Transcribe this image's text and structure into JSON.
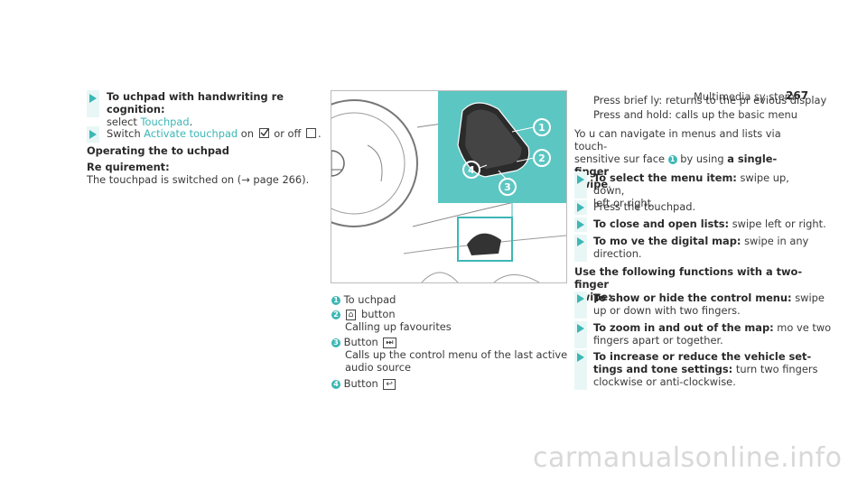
{
  "header": {
    "section": "Multimedia sy stem",
    "page": "267"
  },
  "col1": {
    "step1": {
      "bold": "To uchpad with handwriting re cognition:",
      "pre": "select ",
      "link": "Touchpad",
      "post": "."
    },
    "step2": {
      "pre": "Switch ",
      "link": "Activate touchpad",
      "mid1": " on ",
      "mid2": " or off ",
      "post": "."
    },
    "heading": "Operating the to uchpad",
    "req_label": "Re quirement:",
    "req_text_1": "The touchpad is switched on (",
    "req_arrow": "→",
    "req_text_2": " page 266)."
  },
  "figure": {
    "callouts": [
      "1",
      "2",
      "3",
      "4"
    ],
    "legend": [
      {
        "n": "1",
        "lines": [
          "To uchpad"
        ]
      },
      {
        "n": "2",
        "key": "⌂",
        "lines": [
          " button",
          "Calling up favourites"
        ]
      },
      {
        "n": "3",
        "key": "⏭",
        "pre": "Button ",
        "lines": [
          "",
          "Calls up the control menu of the last active",
          "audio source"
        ]
      },
      {
        "n": "4",
        "key": "↩",
        "pre": "Button ",
        "lines": [
          ""
        ]
      }
    ]
  },
  "col3": {
    "press_briefly": "Press brief ly: returns to the pr evious display",
    "press_hold": "Press and hold: calls up the basic menu",
    "intro_1": "Yo u can navigate in menus and lists via touch-",
    "intro_2a": "sensitive sur face ",
    "intro_2b": " by using ",
    "intro_2c": "a single-finger",
    "intro_3": "swipe",
    "steps_single": [
      {
        "bold": "To select the menu item:",
        "text": " swipe up, down,",
        "line2": "left or right."
      },
      {
        "bold": "",
        "text": "Press the touchpad.",
        "line2": ""
      },
      {
        "bold": "To close and open lists:",
        "text": " swipe left or right.",
        "line2": ""
      },
      {
        "bold": "To mo ve the digital map:",
        "text": " swipe in any",
        "line2": "direction."
      }
    ],
    "two_finger_heading_1": "Use the following functions with a two-finger",
    "two_finger_heading_2": "swipe:",
    "steps_two": [
      {
        "bold": "To show or hide the control menu:",
        "text": " swipe",
        "line2": "up or down with two fingers."
      },
      {
        "bold": "To zoom in and out of the map:",
        "text": " mo ve two",
        "line2": "fingers apart or together."
      },
      {
        "bold": "To increase or reduce the vehicle set-",
        "text": "",
        "line2b": "tings and tone settings:",
        "line2": " turn two fingers",
        "line3": "clockwise or anti-clockwise."
      }
    ]
  },
  "watermark": "carmanualsonline.info"
}
